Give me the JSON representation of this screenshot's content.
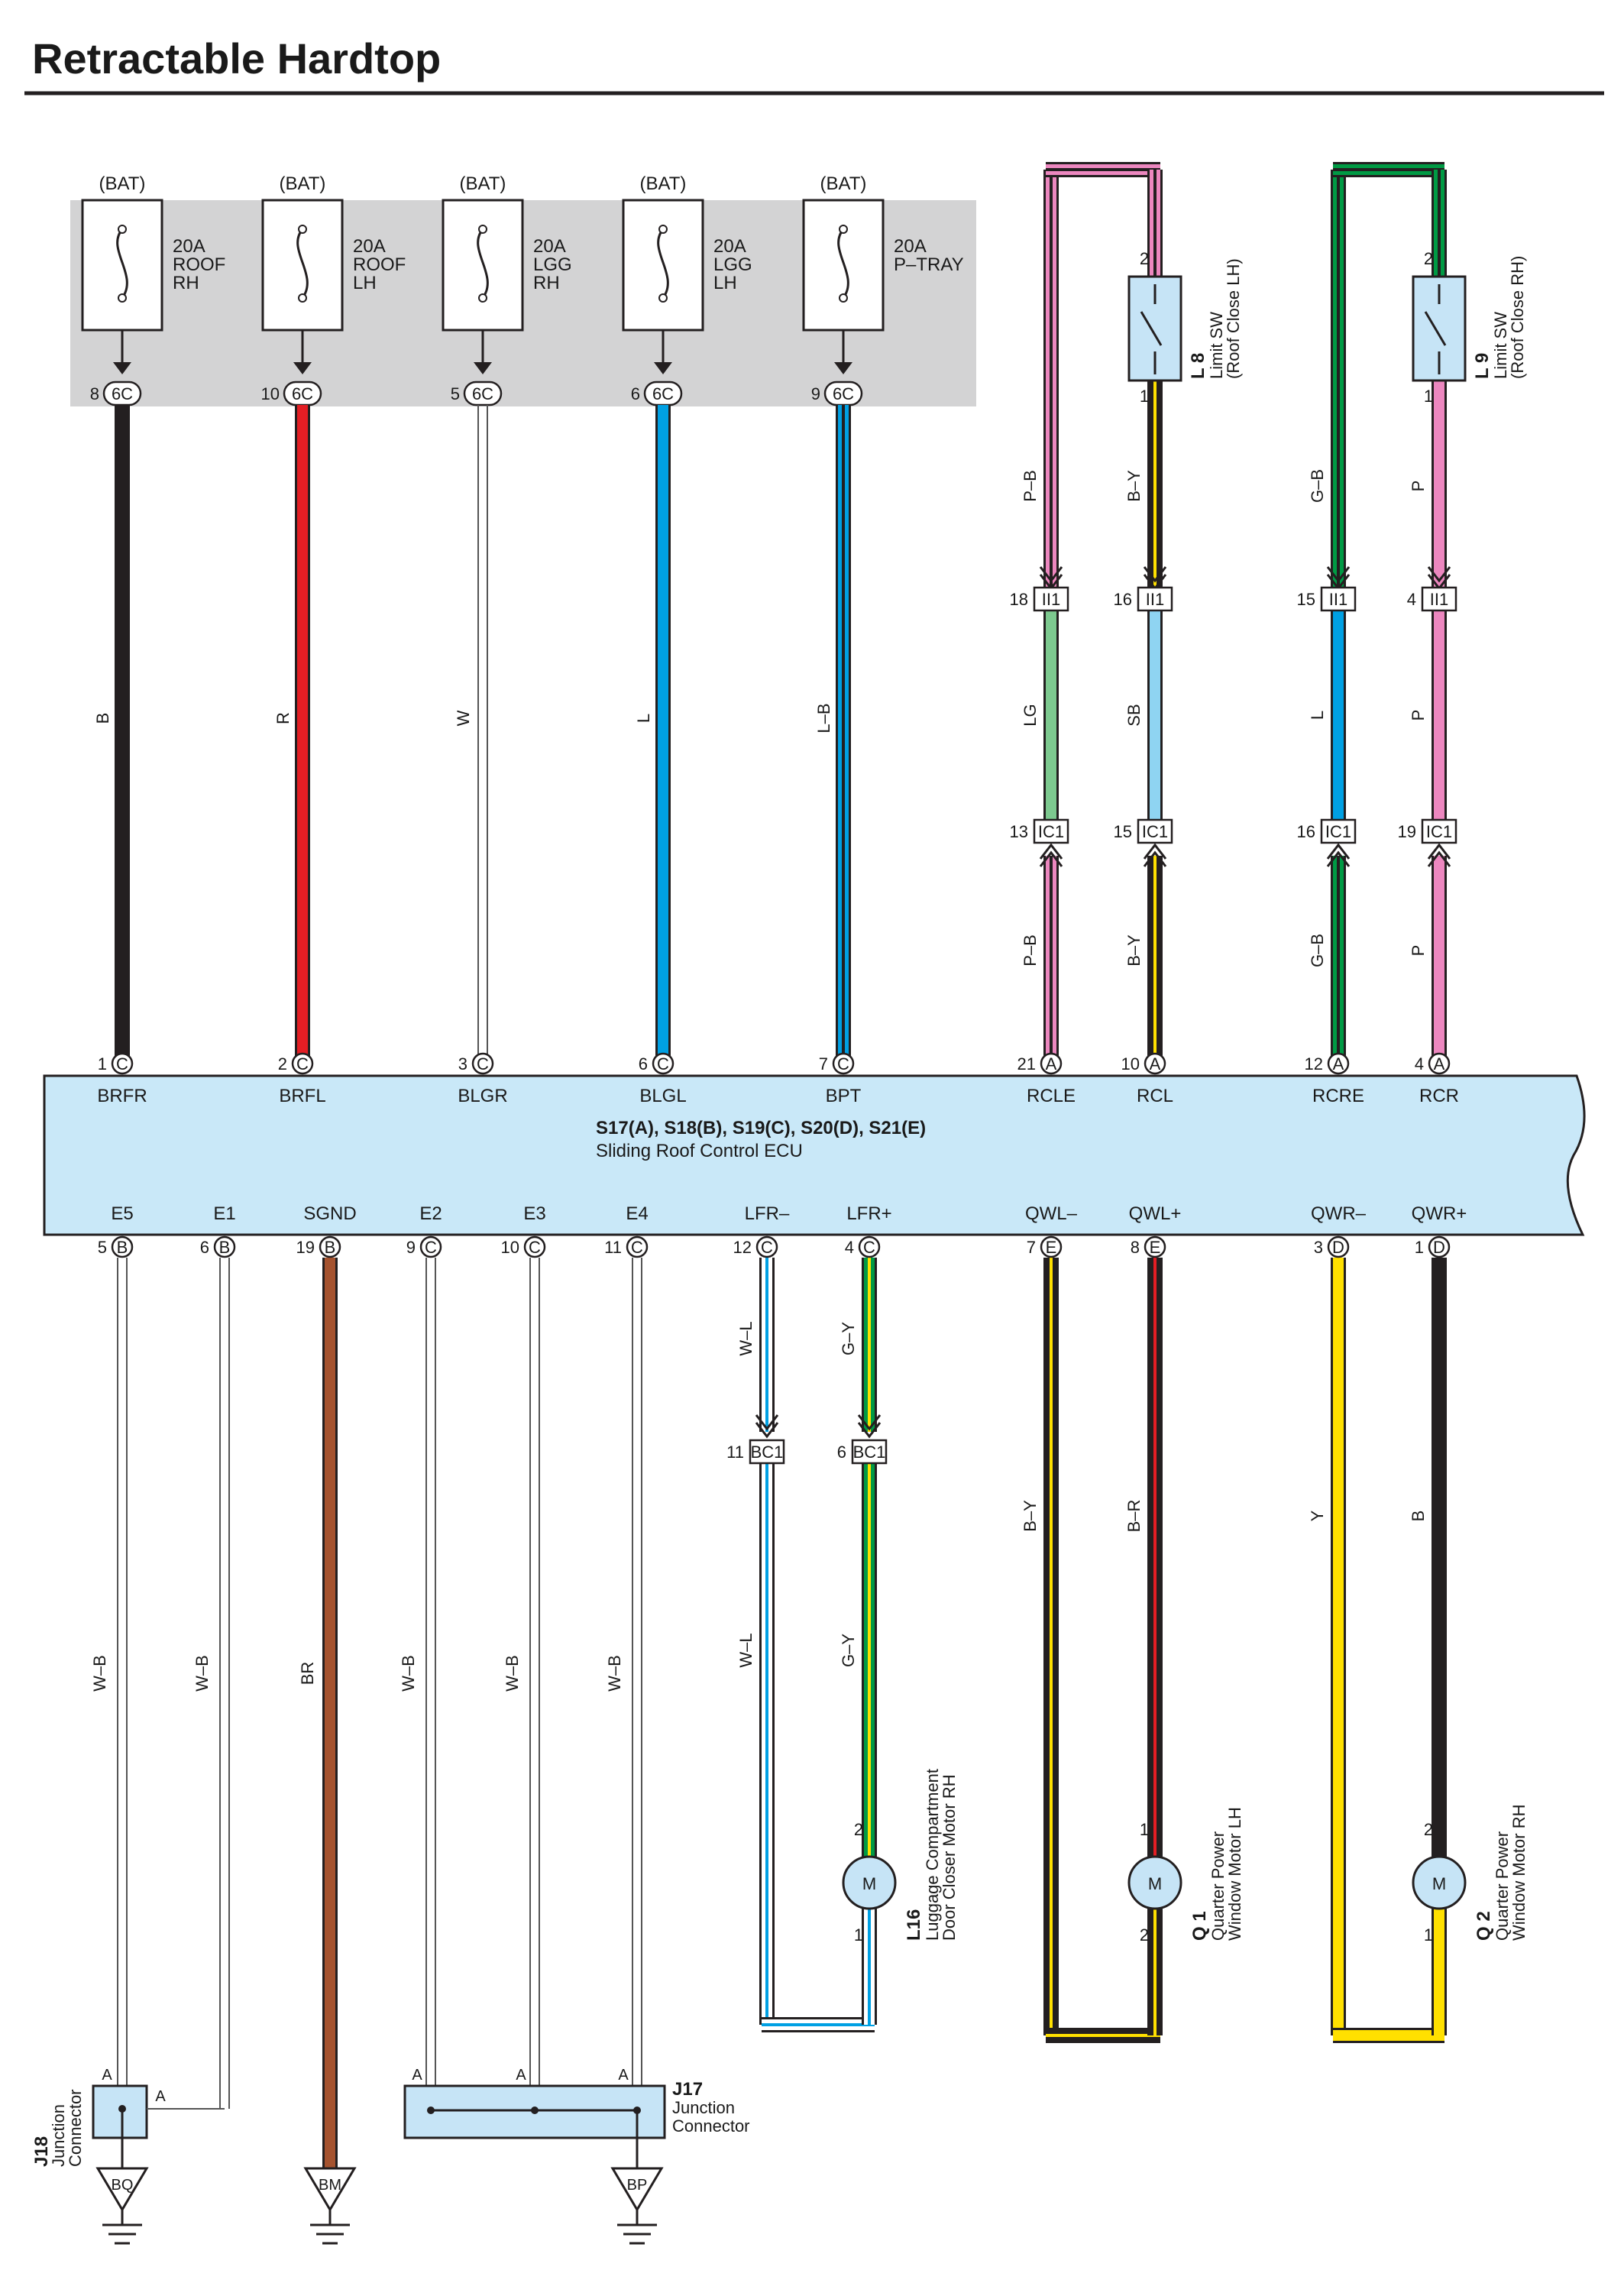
{
  "title": "Retractable Hardtop",
  "fuses": [
    {
      "source": "(BAT)",
      "line1": "20A",
      "line2": "ROOF",
      "line3": "RH",
      "pin": "8",
      "conn": "6C",
      "wire": "B",
      "ecu_pin": "1",
      "ecu_conn": "C",
      "ecu_term": "BRFR"
    },
    {
      "source": "(BAT)",
      "line1": "20A",
      "line2": "ROOF",
      "line3": "LH",
      "pin": "10",
      "conn": "6C",
      "wire": "R",
      "ecu_pin": "2",
      "ecu_conn": "C",
      "ecu_term": "BRFL"
    },
    {
      "source": "(BAT)",
      "line1": "20A",
      "line2": "LGG",
      "line3": "RH",
      "pin": "5",
      "conn": "6C",
      "wire": "W",
      "ecu_pin": "3",
      "ecu_conn": "C",
      "ecu_term": "BLGR"
    },
    {
      "source": "(BAT)",
      "line1": "20A",
      "line2": "LGG",
      "line3": "LH",
      "pin": "6",
      "conn": "6C",
      "wire": "L",
      "ecu_pin": "6",
      "ecu_conn": "C",
      "ecu_term": "BLGL"
    },
    {
      "source": "(BAT)",
      "line1": "20A",
      "line2": "P–TRAY",
      "line3": "",
      "pin": "9",
      "conn": "6C",
      "wire": "L–B",
      "ecu_pin": "7",
      "ecu_conn": "C",
      "ecu_term": "BPT"
    }
  ],
  "limit_switches": [
    {
      "id": "L 8",
      "name": "Limit SW",
      "desc": "(Roof Close LH)",
      "pin_top": "2",
      "pin_bottom": "1",
      "wire_loop": "P–B",
      "wire_out": "B–Y",
      "ii_loop_pin": "18",
      "ii_out_pin": "16",
      "ii_conn": "II1",
      "mid_loop": "LG",
      "mid_out": "SB",
      "ic_loop_pin": "13",
      "ic_out_pin": "15",
      "ic_conn": "IC1",
      "low_loop": "P–B",
      "low_out": "B–Y",
      "ecu_loop_pin": "21",
      "ecu_out_pin": "10",
      "ecu_conn": "A",
      "term_loop": "RCLE",
      "term_out": "RCL"
    },
    {
      "id": "L 9",
      "name": "Limit SW",
      "desc": "(Roof Close RH)",
      "pin_top": "2",
      "pin_bottom": "1",
      "wire_loop": "G–B",
      "wire_out": "P",
      "ii_loop_pin": "15",
      "ii_out_pin": "4",
      "ii_conn": "II1",
      "mid_loop": "L",
      "mid_out": "P",
      "ic_loop_pin": "16",
      "ic_out_pin": "19",
      "ic_conn": "IC1",
      "low_loop": "G–B",
      "low_out": "P",
      "ecu_loop_pin": "12",
      "ecu_out_pin": "4",
      "ecu_conn": "A",
      "term_loop": "RCRE",
      "term_out": "RCR"
    }
  ],
  "ecu": {
    "codes": "S17(A), S18(B), S19(C), S20(D), S21(E)",
    "name": "Sliding Roof Control ECU"
  },
  "bottom_pins": [
    {
      "term": "E5",
      "pin": "5",
      "conn": "B",
      "wire": "W–B"
    },
    {
      "term": "E1",
      "pin": "6",
      "conn": "B",
      "wire": "W–B"
    },
    {
      "term": "SGND",
      "pin": "19",
      "conn": "B",
      "wire": "BR"
    },
    {
      "term": "E2",
      "pin": "9",
      "conn": "C",
      "wire": "W–B"
    },
    {
      "term": "E3",
      "pin": "10",
      "conn": "C",
      "wire": "W–B"
    },
    {
      "term": "E4",
      "pin": "11",
      "conn": "C",
      "wire": "W–B"
    },
    {
      "term": "LFR–",
      "pin": "12",
      "conn": "C",
      "wire": "W–L",
      "bc_pin": "11",
      "bc_conn": "BC1",
      "wire_low": "W–L"
    },
    {
      "term": "LFR+",
      "pin": "4",
      "conn": "C",
      "wire": "G–Y",
      "bc_pin": "6",
      "bc_conn": "BC1",
      "wire_low": "G–Y"
    },
    {
      "term": "QWL–",
      "pin": "7",
      "conn": "E",
      "wire": "B–Y"
    },
    {
      "term": "QWL+",
      "pin": "8",
      "conn": "E",
      "wire": "B–R"
    },
    {
      "term": "QWR–",
      "pin": "3",
      "conn": "D",
      "wire": "Y"
    },
    {
      "term": "QWR+",
      "pin": "1",
      "conn": "D",
      "wire": "B"
    }
  ],
  "motors": [
    {
      "id": "L16",
      "line1": "Luggage Compartment",
      "line2": "Door Closer Motor RH",
      "symbol": "M",
      "pin_top": "2",
      "pin_bottom": "1"
    },
    {
      "id": "Q 1",
      "line1": "Quarter Power",
      "line2": "Window Motor LH",
      "symbol": "M",
      "pin_top": "1",
      "pin_bottom": "2"
    },
    {
      "id": "Q 2",
      "line1": "Quarter Power",
      "line2": "Window Motor RH",
      "symbol": "M",
      "pin_top": "2",
      "pin_bottom": "1"
    }
  ],
  "junctions": [
    {
      "id": "J18",
      "line1": "Junction",
      "line2": "Connector",
      "pin_a": "A"
    },
    {
      "id": "J17",
      "line1": "Junction",
      "line2": "Connector",
      "pin_a": "A"
    }
  ],
  "grounds": [
    "BQ",
    "BM",
    "BP"
  ],
  "colors": {
    "B": "#231f20",
    "R": "#e31e24",
    "W": "#ffffff",
    "L": "#00a0e3",
    "P": "#ec87bf",
    "G": "#009a44",
    "Y": "#ffe000",
    "LG": "#7dc98f",
    "SB": "#8fd4f2",
    "BR": "#a5532f",
    "ecu_fill": "#c9e8f8",
    "fuse_box": "#d3d3d4",
    "component_fill": "#c6e4f6"
  }
}
